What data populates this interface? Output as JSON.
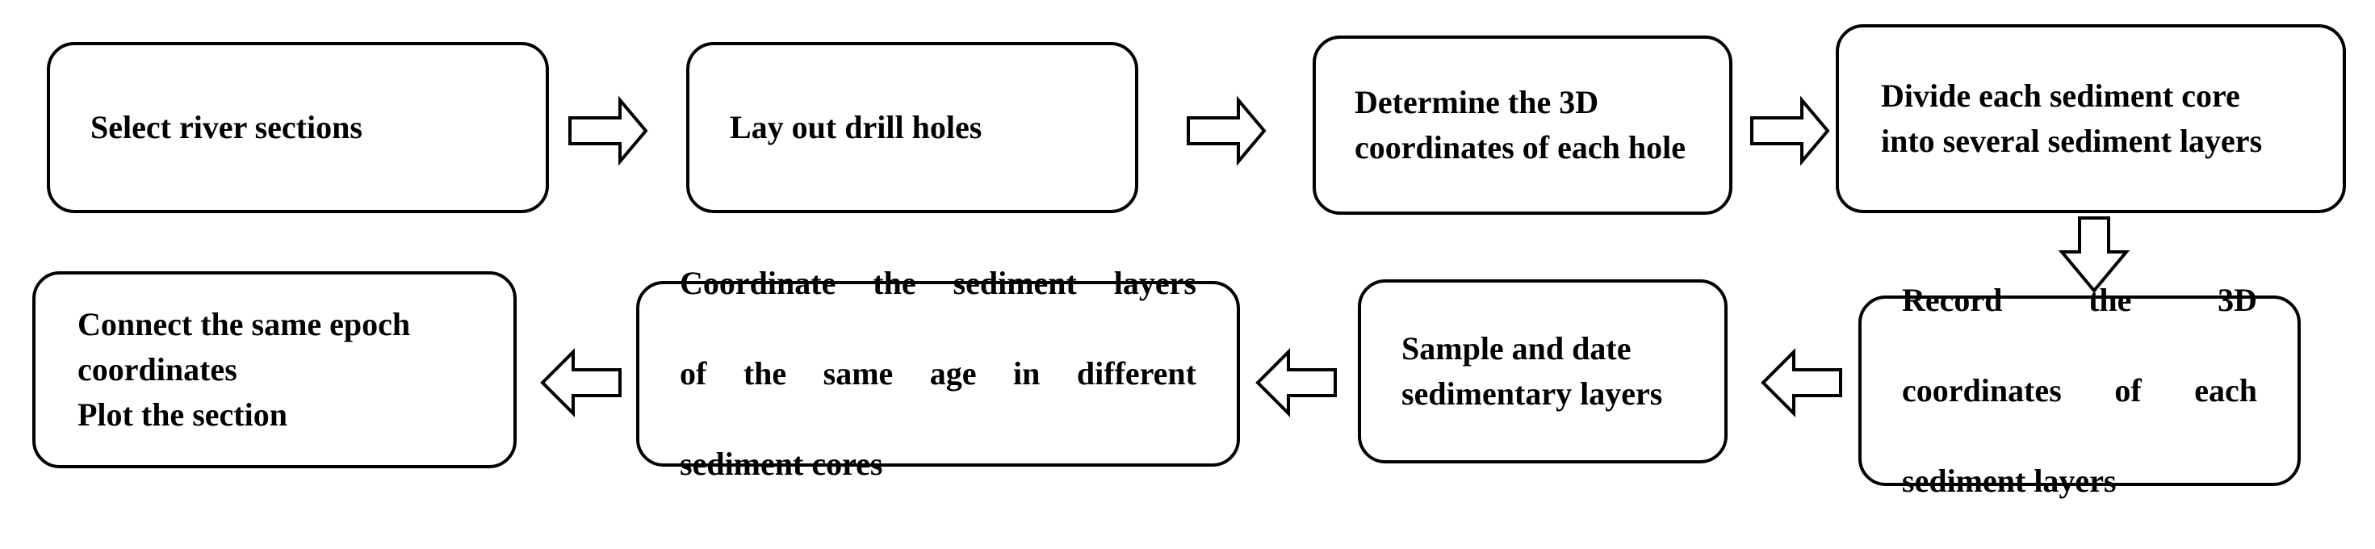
{
  "steps": {
    "s1": "Select river sections",
    "s2": "Lay out drill holes",
    "s3": "Determine the 3D coordinates of each hole",
    "s4": "Divide each sediment core into several sediment layers",
    "s5": [
      "Record the 3D",
      "coordinates of each",
      "sediment layers"
    ],
    "s6": "Sample and date sedimentary layers",
    "s7": [
      "Coordinate the sediment layers",
      "of the same age in different",
      "sediment cores"
    ],
    "s8": "Connect the same epoch\n   coordinates\nPlot the section"
  }
}
